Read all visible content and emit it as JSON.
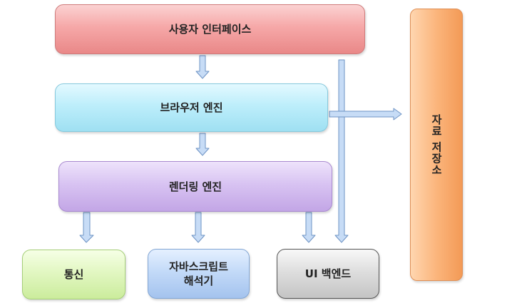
{
  "boxes": {
    "user_interface": "사용자 인터페이스",
    "browser_engine": "브라우저 엔진",
    "rendering_engine": "렌더링 엔진",
    "networking": "통신",
    "js_interpreter": "자바스크립트\n해석기",
    "ui_backend": "UI 백엔드",
    "data_storage": "자료 저장소"
  },
  "colors": {
    "arrow_fill": "#c7dcf6",
    "arrow_stroke": "#6e93c4"
  }
}
